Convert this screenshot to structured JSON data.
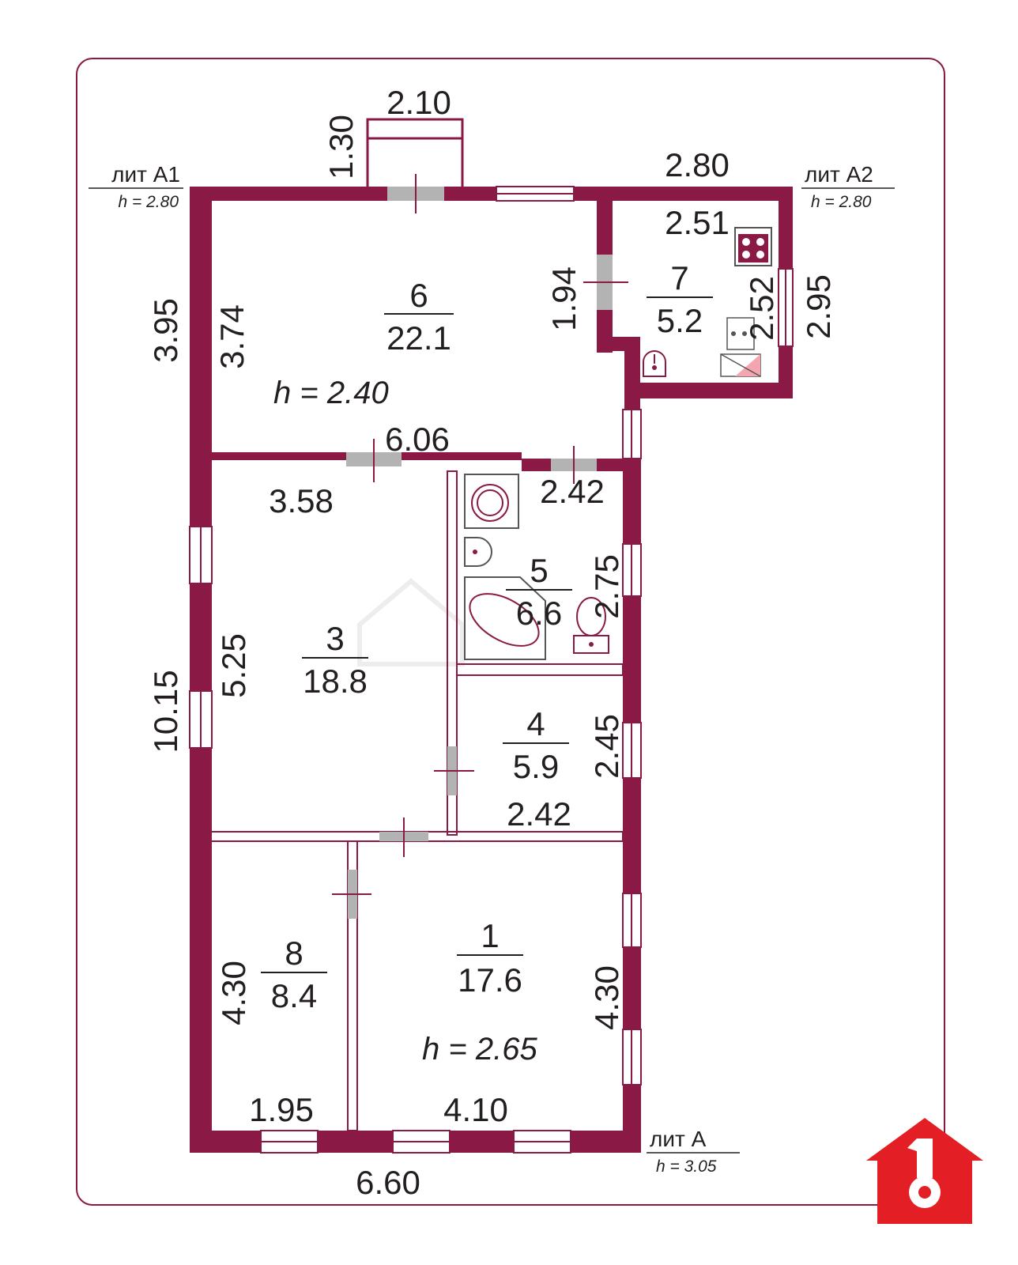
{
  "colors": {
    "wall": "#8a1a45",
    "door": "#b3b3b3",
    "logo": "#e31e24"
  },
  "sections": {
    "a1": {
      "name": "лит А1",
      "height": "h = 2.80"
    },
    "a2": {
      "name": "лит А2",
      "height": "h = 2.80"
    },
    "a": {
      "name": "лит  А",
      "height": "h = 3.05"
    }
  },
  "rooms": {
    "r6": {
      "number": "6",
      "area": "22.1",
      "height": "h = 2.40"
    },
    "r7": {
      "number": "7",
      "area": "5.2"
    },
    "r3": {
      "number": "3",
      "area": "18.8"
    },
    "r5": {
      "number": "5",
      "area": "6.6"
    },
    "r4": {
      "number": "4",
      "area": "5.9"
    },
    "r8": {
      "number": "8",
      "area": "8.4"
    },
    "r1": {
      "number": "1",
      "area": "17.6",
      "height": "h = 2.65"
    }
  },
  "dimensions": {
    "porch_width": "2.10",
    "porch_depth": "1.30",
    "a2_top": "2.80",
    "r7_top": "2.51",
    "r7_inner": "2.52",
    "a2_right": "2.95",
    "door_width": "1.94",
    "a1_left": "3.95",
    "r6_left": "3.74",
    "r6_bottom": "6.06",
    "r3_top": "3.58",
    "r5_top": "2.42",
    "r5_right": "2.75",
    "r3_left": "5.25",
    "house_left": "10.15",
    "r4_right": "2.45",
    "r4_bottom": "2.42",
    "r8_left": "4.30",
    "r1_right": "4.30",
    "r8_bottom": "1.95",
    "r1_bottom": "4.10",
    "house_bottom": "6.60"
  },
  "icons": {
    "stove": "stove-icon",
    "sink": "sink-icon",
    "washer": "washing-machine-icon",
    "bathtub": "bathtub-icon",
    "toilet": "toilet-icon",
    "logo": "house-key-logo-icon"
  }
}
